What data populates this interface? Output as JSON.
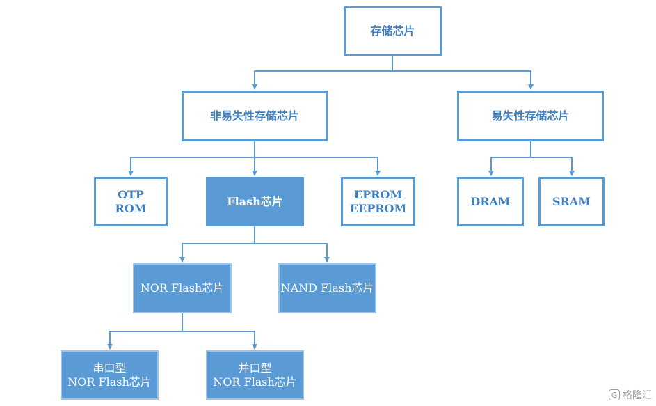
{
  "diagram": {
    "root": "存储芯片",
    "nonvolatile": "非易失性存储芯片",
    "volatile": "易失性存储芯片",
    "otp": [
      "OTP",
      "ROM"
    ],
    "flash": "Flash芯片",
    "eprom": [
      "EPROM",
      "EEPROM"
    ],
    "dram": "DRAM",
    "sram": "SRAM",
    "nor_flash": "NOR Flash芯片",
    "nand_flash": "NAND Flash芯片",
    "serial_nor": [
      "串口型",
      "NOR Flash芯片"
    ],
    "parallel_nor": [
      "并口型",
      "NOR Flash芯片"
    ]
  },
  "colors": {
    "primary": "#5b9bd5",
    "text_outline": "#3f7fc0",
    "text_filled": "#ffffff"
  },
  "watermark": {
    "icon": "gelonghui-logo-icon",
    "logo_glyph": "G",
    "text": "格隆汇"
  }
}
